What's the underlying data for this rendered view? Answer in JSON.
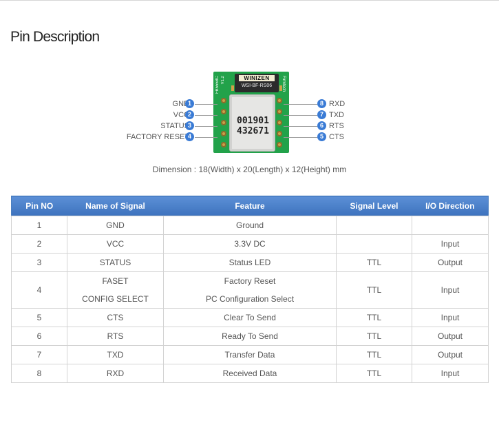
{
  "title": "Pin Description",
  "module": {
    "brand_strip": "WINIZEN",
    "model_mark": "WSI-BF-RS06",
    "board_code": "FB555BC",
    "board_version": "V1.2",
    "vendor_mark": "Firmtech",
    "shield_line1": "001901",
    "shield_line2": "432671"
  },
  "pins_left": [
    {
      "num": "1",
      "label": "GND"
    },
    {
      "num": "2",
      "label": "VCC"
    },
    {
      "num": "3",
      "label": "STATUS"
    },
    {
      "num": "4",
      "label": "FACTORY RESET"
    }
  ],
  "pins_right": [
    {
      "num": "8",
      "label": "RXD"
    },
    {
      "num": "7",
      "label": "TXD"
    },
    {
      "num": "6",
      "label": "RTS"
    },
    {
      "num": "5",
      "label": "CTS"
    }
  ],
  "dimension": "Dimension : 18(Width) x 20(Length) x 12(Height) mm",
  "table": {
    "headers": [
      "Pin NO",
      "Name of Signal",
      "Feature",
      "Signal Level",
      "I/O Direction"
    ],
    "rows": [
      {
        "pin": "1",
        "name": "GND",
        "feature": "Ground",
        "level": "",
        "io": ""
      },
      {
        "pin": "2",
        "name": "VCC",
        "feature": "3.3V DC",
        "level": "",
        "io": "Input"
      },
      {
        "pin": "3",
        "name": "STATUS",
        "feature": "Status LED",
        "level": "TTL",
        "io": "Output"
      },
      {
        "pin": "4",
        "name": "FASET",
        "feature": "Factory Reset",
        "name2": "CONFIG SELECT",
        "feature2": "PC Configuration Select",
        "level": "TTL",
        "io": "Input"
      },
      {
        "pin": "5",
        "name": "CTS",
        "feature": "Clear To Send",
        "level": "TTL",
        "io": "Input"
      },
      {
        "pin": "6",
        "name": "RTS",
        "feature": "Ready To Send",
        "level": "TTL",
        "io": "Output"
      },
      {
        "pin": "7",
        "name": "TXD",
        "feature": "Transfer Data",
        "level": "TTL",
        "io": "Output"
      },
      {
        "pin": "8",
        "name": "RXD",
        "feature": "Received Data",
        "level": "TTL",
        "io": "Input"
      }
    ]
  },
  "colors": {
    "accent": "#3a7bd5",
    "header_top": "#5b8fd6",
    "header_bottom": "#3d72bd",
    "pcb_green": "#22a24a"
  }
}
